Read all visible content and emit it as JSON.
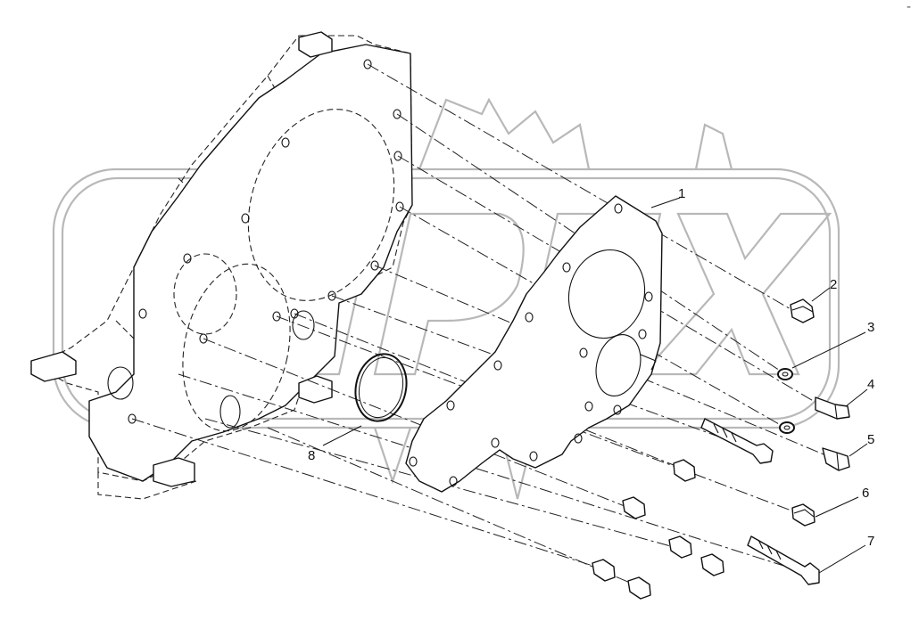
{
  "watermark": {
    "brand_text": "OPEX",
    "corner_mark": "-",
    "outline_color": "#b8b8b8"
  },
  "callouts": [
    {
      "id": "1",
      "label": "1"
    },
    {
      "id": "2",
      "label": "2"
    },
    {
      "id": "3",
      "label": "3"
    },
    {
      "id": "4",
      "label": "4"
    },
    {
      "id": "5",
      "label": "5"
    },
    {
      "id": "6",
      "label": "6"
    },
    {
      "id": "7",
      "label": "7"
    },
    {
      "id": "8",
      "label": "8"
    }
  ],
  "colors": {
    "line": "#111111",
    "background": "#ffffff"
  }
}
